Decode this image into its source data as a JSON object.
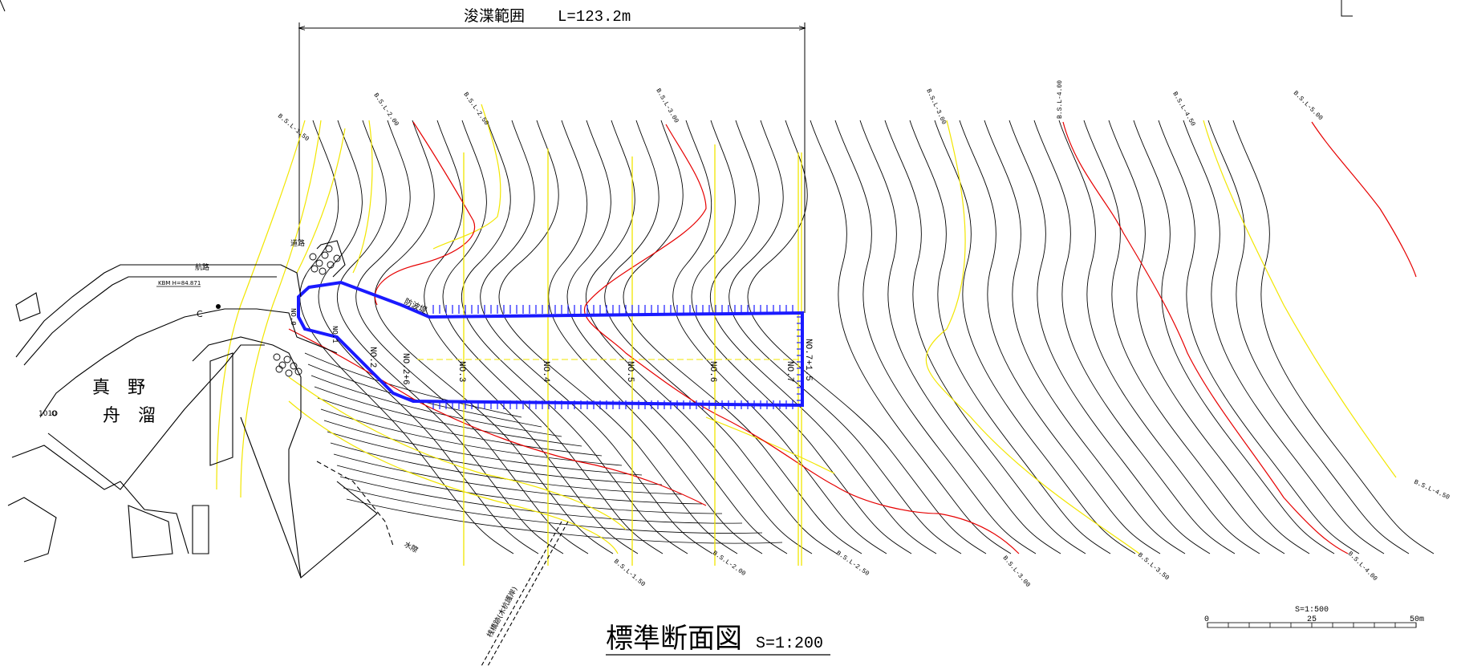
{
  "header": {
    "dredge_range_label": "浚渫範囲",
    "dredge_length": "L=123.2m"
  },
  "title": {
    "text": "標準断面図",
    "scale": "S=1:200"
  },
  "scale_bar": {
    "label": "S=1:500",
    "ticks": [
      "0",
      "25",
      "50m"
    ]
  },
  "harbor": {
    "name_line1": "真　野",
    "name_line2": "舟　溜",
    "bench_mark": "KBM H=84.871",
    "lighthouse_tag": "1010",
    "breakwater_label": "防波堤",
    "road_label": "水際",
    "access_road_label": "桟橋跡(木杭護岸)",
    "side_label_c": "C",
    "label_upper_1": "航路",
    "label_upper_2": "道路"
  },
  "stations": [
    {
      "id": "st2",
      "label": "NO.2"
    },
    {
      "id": "st26",
      "label": "NO.2+6"
    },
    {
      "id": "st3",
      "label": "NO.3"
    },
    {
      "id": "st4",
      "label": "NO.4"
    },
    {
      "id": "st5",
      "label": "NO.5"
    },
    {
      "id": "st6",
      "label": "NO.6"
    },
    {
      "id": "st7",
      "label": "NO.7"
    },
    {
      "id": "st715",
      "label": "NO.7+1.5"
    },
    {
      "id": "st0",
      "label": "NO.0"
    },
    {
      "id": "st1",
      "label": "NO.1"
    }
  ],
  "contours_top": [
    {
      "id": "t150",
      "label": "B.S.L-1.50"
    },
    {
      "id": "t200",
      "label": "B.S.L-2.00"
    },
    {
      "id": "t250",
      "label": "B.S.L-2.50"
    },
    {
      "id": "t300a",
      "label": "B.S.L-3.00"
    },
    {
      "id": "t300b",
      "label": "B.S.L-3.00"
    },
    {
      "id": "t400",
      "label": "B.S.L-4.00"
    },
    {
      "id": "t450",
      "label": "B.S.L-4.50"
    },
    {
      "id": "t500",
      "label": "B.S.L-5.00"
    }
  ],
  "contours_bottom": [
    {
      "id": "b150",
      "label": "B.S.L-1.50"
    },
    {
      "id": "b200",
      "label": "B.S.L-2.00"
    },
    {
      "id": "b250",
      "label": "B.S.L-2.50"
    },
    {
      "id": "b300",
      "label": "B.S.L-3.00"
    },
    {
      "id": "b350",
      "label": "B.S.L-3.50"
    },
    {
      "id": "b400",
      "label": "B.S.L-4.00"
    },
    {
      "id": "b450",
      "label": "B.S.L-4.50"
    }
  ],
  "colors": {
    "contour": "#000000",
    "index_contour_red": "#e60000",
    "half_contour_yellow": "#f2e600",
    "dredge_outline": "#1a1aff"
  }
}
